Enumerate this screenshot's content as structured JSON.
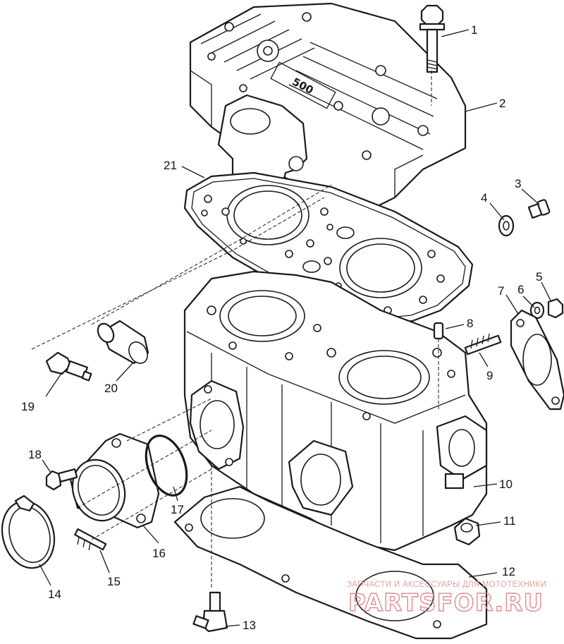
{
  "diagram": {
    "callouts": [
      {
        "id": "1",
        "label": "1"
      },
      {
        "id": "2",
        "label": "2"
      },
      {
        "id": "3",
        "label": "3"
      },
      {
        "id": "4",
        "label": "4"
      },
      {
        "id": "5",
        "label": "5"
      },
      {
        "id": "6",
        "label": "6"
      },
      {
        "id": "7",
        "label": "7"
      },
      {
        "id": "8",
        "label": "8"
      },
      {
        "id": "9",
        "label": "9"
      },
      {
        "id": "10",
        "label": "10"
      },
      {
        "id": "11",
        "label": "11"
      },
      {
        "id": "12",
        "label": "12"
      },
      {
        "id": "13",
        "label": "13"
      },
      {
        "id": "14",
        "label": "14"
      },
      {
        "id": "15",
        "label": "15"
      },
      {
        "id": "16",
        "label": "16"
      },
      {
        "id": "17",
        "label": "17"
      },
      {
        "id": "18",
        "label": "18"
      },
      {
        "id": "19",
        "label": "19"
      },
      {
        "id": "20",
        "label": "20"
      },
      {
        "id": "21",
        "label": "21"
      }
    ],
    "head_engraving": "500"
  },
  "watermark": {
    "tagline": "ЗАПЧАСТИ И АКСЕССУАРЫ ДЛЯ МОТОТЕХНИКИ",
    "logo": "PARTSFOR.RU",
    "color": "#e08c8c"
  }
}
